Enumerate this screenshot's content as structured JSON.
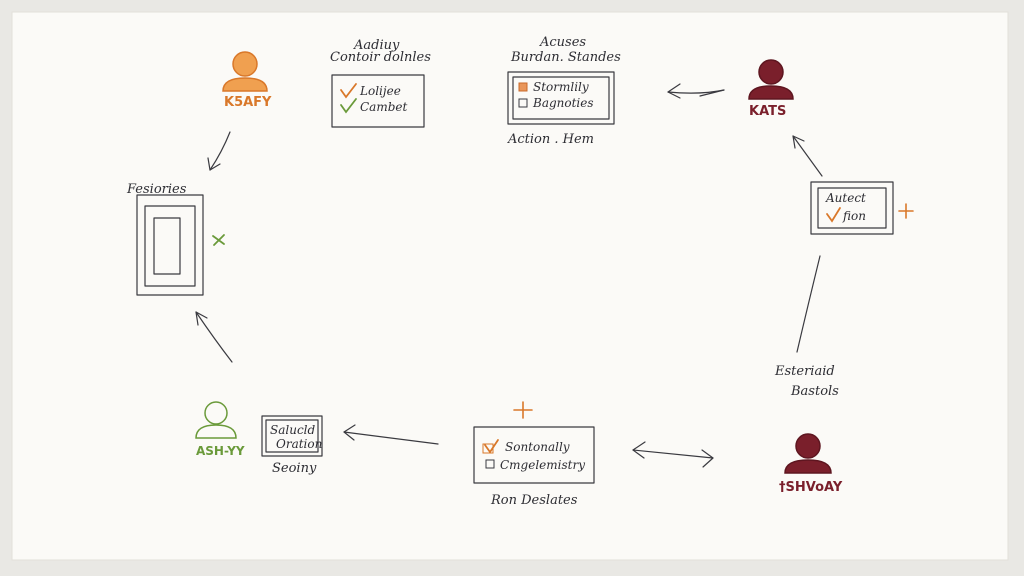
{
  "colors": {
    "ink": "#2d2d33",
    "orange": "#d9782a",
    "maroon": "#7a1f2b",
    "green": "#6a9a3a",
    "paper": "#fbfaf7"
  },
  "actors": {
    "top_left": {
      "label": "K5AFY",
      "icon": "person-icon",
      "color": "#d9782a"
    },
    "top_right": {
      "label": "KATS",
      "icon": "person-icon",
      "color": "#7a1f2b"
    },
    "bottom_left": {
      "label": "ASH-YY",
      "icon": "person-icon",
      "color": "#6a9a3a"
    },
    "bottom_right": {
      "label": "†SHVoAY",
      "icon": "person-icon",
      "color": "#7a1f2b"
    }
  },
  "boxes": {
    "contour": {
      "title_line1": "Aadiuy",
      "title_line2": "Contoir dolnles",
      "items": [
        {
          "label": "Lolijee",
          "check": "check-icon"
        },
        {
          "label": "Cambet",
          "check": "check-icon"
        }
      ]
    },
    "burden": {
      "title_line1": "Acuses",
      "title_line2": "Burdan. Standes",
      "items": [
        {
          "label": "Stormlily",
          "check": "filled-square-icon"
        },
        {
          "label": "Bagnoties",
          "check": "empty-square-icon"
        }
      ],
      "caption": "Action . Hem"
    },
    "fessiories": {
      "title": "Fesiories"
    },
    "autect": {
      "line1": "Autect",
      "line2": "fion"
    },
    "salucld": {
      "line1": "Salucld",
      "line2": "Oration",
      "caption": "Seoiny"
    },
    "sortonally": {
      "items": [
        {
          "label": "Sontonally",
          "check": "check-icon"
        },
        {
          "label": "Cmgelemistry",
          "check": "empty-square-icon"
        }
      ],
      "caption": "Ron Deslates"
    }
  },
  "notes": {
    "estoriaid_line1": "Esteriaid",
    "estoriaid_line2": "Bastols"
  }
}
